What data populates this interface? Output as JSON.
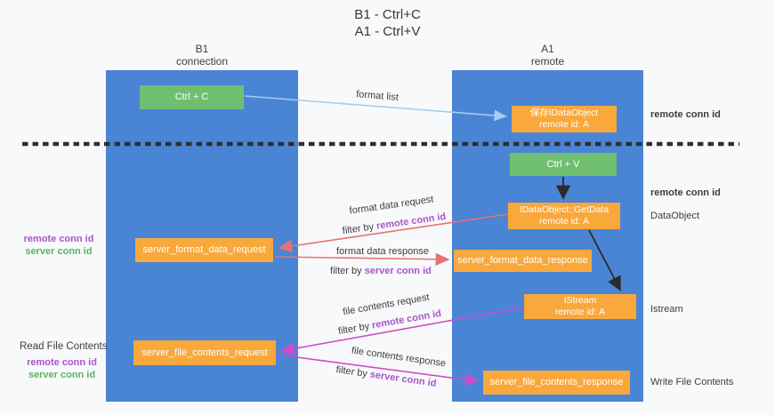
{
  "title": {
    "line1": "B1 - Ctrl+C",
    "line2": "A1 - Ctrl+V"
  },
  "lifelines": {
    "left": {
      "name": "B1",
      "role": "connection"
    },
    "right": {
      "name": "A1",
      "role": "remote"
    }
  },
  "nodes": {
    "ctrl_c": {
      "label": "Ctrl + C"
    },
    "save_idataobject": {
      "line1": "保存IDataObject",
      "line2": "remote id: A"
    },
    "ctrl_v": {
      "label": "Ctrl + V"
    },
    "getdata": {
      "line1": "IDataObject::GetData",
      "line2": "remote id: A"
    },
    "server_format_data_request": {
      "label": "server_format_data_request"
    },
    "server_format_data_response": {
      "label": "server_format_data_response"
    },
    "istream": {
      "line1": "IStream",
      "line2": "remote id: A"
    },
    "server_file_contents_request": {
      "label": "server_file_contents_request"
    },
    "server_file_contents_response": {
      "label": "server_file_contents_response"
    }
  },
  "arrow_labels": {
    "format_list": "format list",
    "format_data_request": "format data request",
    "format_data_request_filter_prefix": "filter by",
    "format_data_request_filter_key": "remote conn id",
    "format_data_response": "format data response",
    "format_data_response_filter_prefix": "filter by",
    "format_data_response_filter_key": "server conn id",
    "file_contents_request": "file contents request",
    "file_contents_request_filter_prefix": "filter by",
    "file_contents_request_filter_key": "remote conn id",
    "file_contents_response": "file contents response",
    "file_contents_response_filter_prefix": "filter by",
    "file_contents_response_filter_key": "server conn id"
  },
  "side_labels": {
    "right_top_remote_conn_id": "remote conn id",
    "right_mid_remote_conn_id": "remote conn id",
    "dataobject": "DataObject",
    "istream": "Istream",
    "write_file_contents": "Write File Contents",
    "left_remote_conn_id": "remote conn id",
    "left_server_conn_id": "server conn id",
    "read_file_contents": "Read File Contents",
    "left_bottom_remote_conn_id": "remote conn id",
    "left_bottom_server_conn_id": "server conn id"
  },
  "colors": {
    "lifeline_blue": "#4a84d4",
    "node_orange": "#f9a83c",
    "node_green": "#70bf71",
    "arrow_lightblue": "#a5cdee",
    "arrow_red": "#e57373",
    "arrow_magenta": "#cb4ec8",
    "text_purple": "#a855cc",
    "text_green": "#58b45f"
  }
}
